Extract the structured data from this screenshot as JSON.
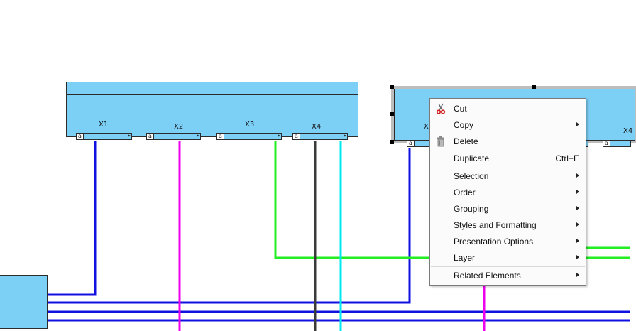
{
  "diagram": {
    "left_block": {
      "ports": [
        "X1",
        "X2",
        "X3",
        "X4"
      ],
      "port_glyph": "a"
    },
    "right_block": {
      "visible_port_labels": [
        "X1",
        "X4"
      ],
      "port_glyph": "a"
    },
    "colors": {
      "block_fill": "#7ccff5",
      "wire_blue": "#1010e0",
      "wire_magenta": "#ee00ee",
      "wire_green": "#22ee22",
      "wire_dark": "#3a3a3a",
      "wire_cyan": "#00e8f0"
    }
  },
  "context_menu": {
    "items": [
      {
        "label": "Cut",
        "icon": "scissors-icon"
      },
      {
        "label": "Copy",
        "submenu": true
      },
      {
        "label": "Delete",
        "icon": "trash-icon"
      },
      {
        "label": "Duplicate",
        "shortcut": "Ctrl+E"
      },
      {
        "label": "Selection",
        "submenu": true
      },
      {
        "label": "Order",
        "submenu": true
      },
      {
        "label": "Grouping",
        "submenu": true
      },
      {
        "label": "Styles and Formatting",
        "submenu": true
      },
      {
        "label": "Presentation Options",
        "submenu": true
      },
      {
        "label": "Layer",
        "submenu": true
      },
      {
        "label": "Related Elements",
        "submenu": true
      }
    ]
  }
}
